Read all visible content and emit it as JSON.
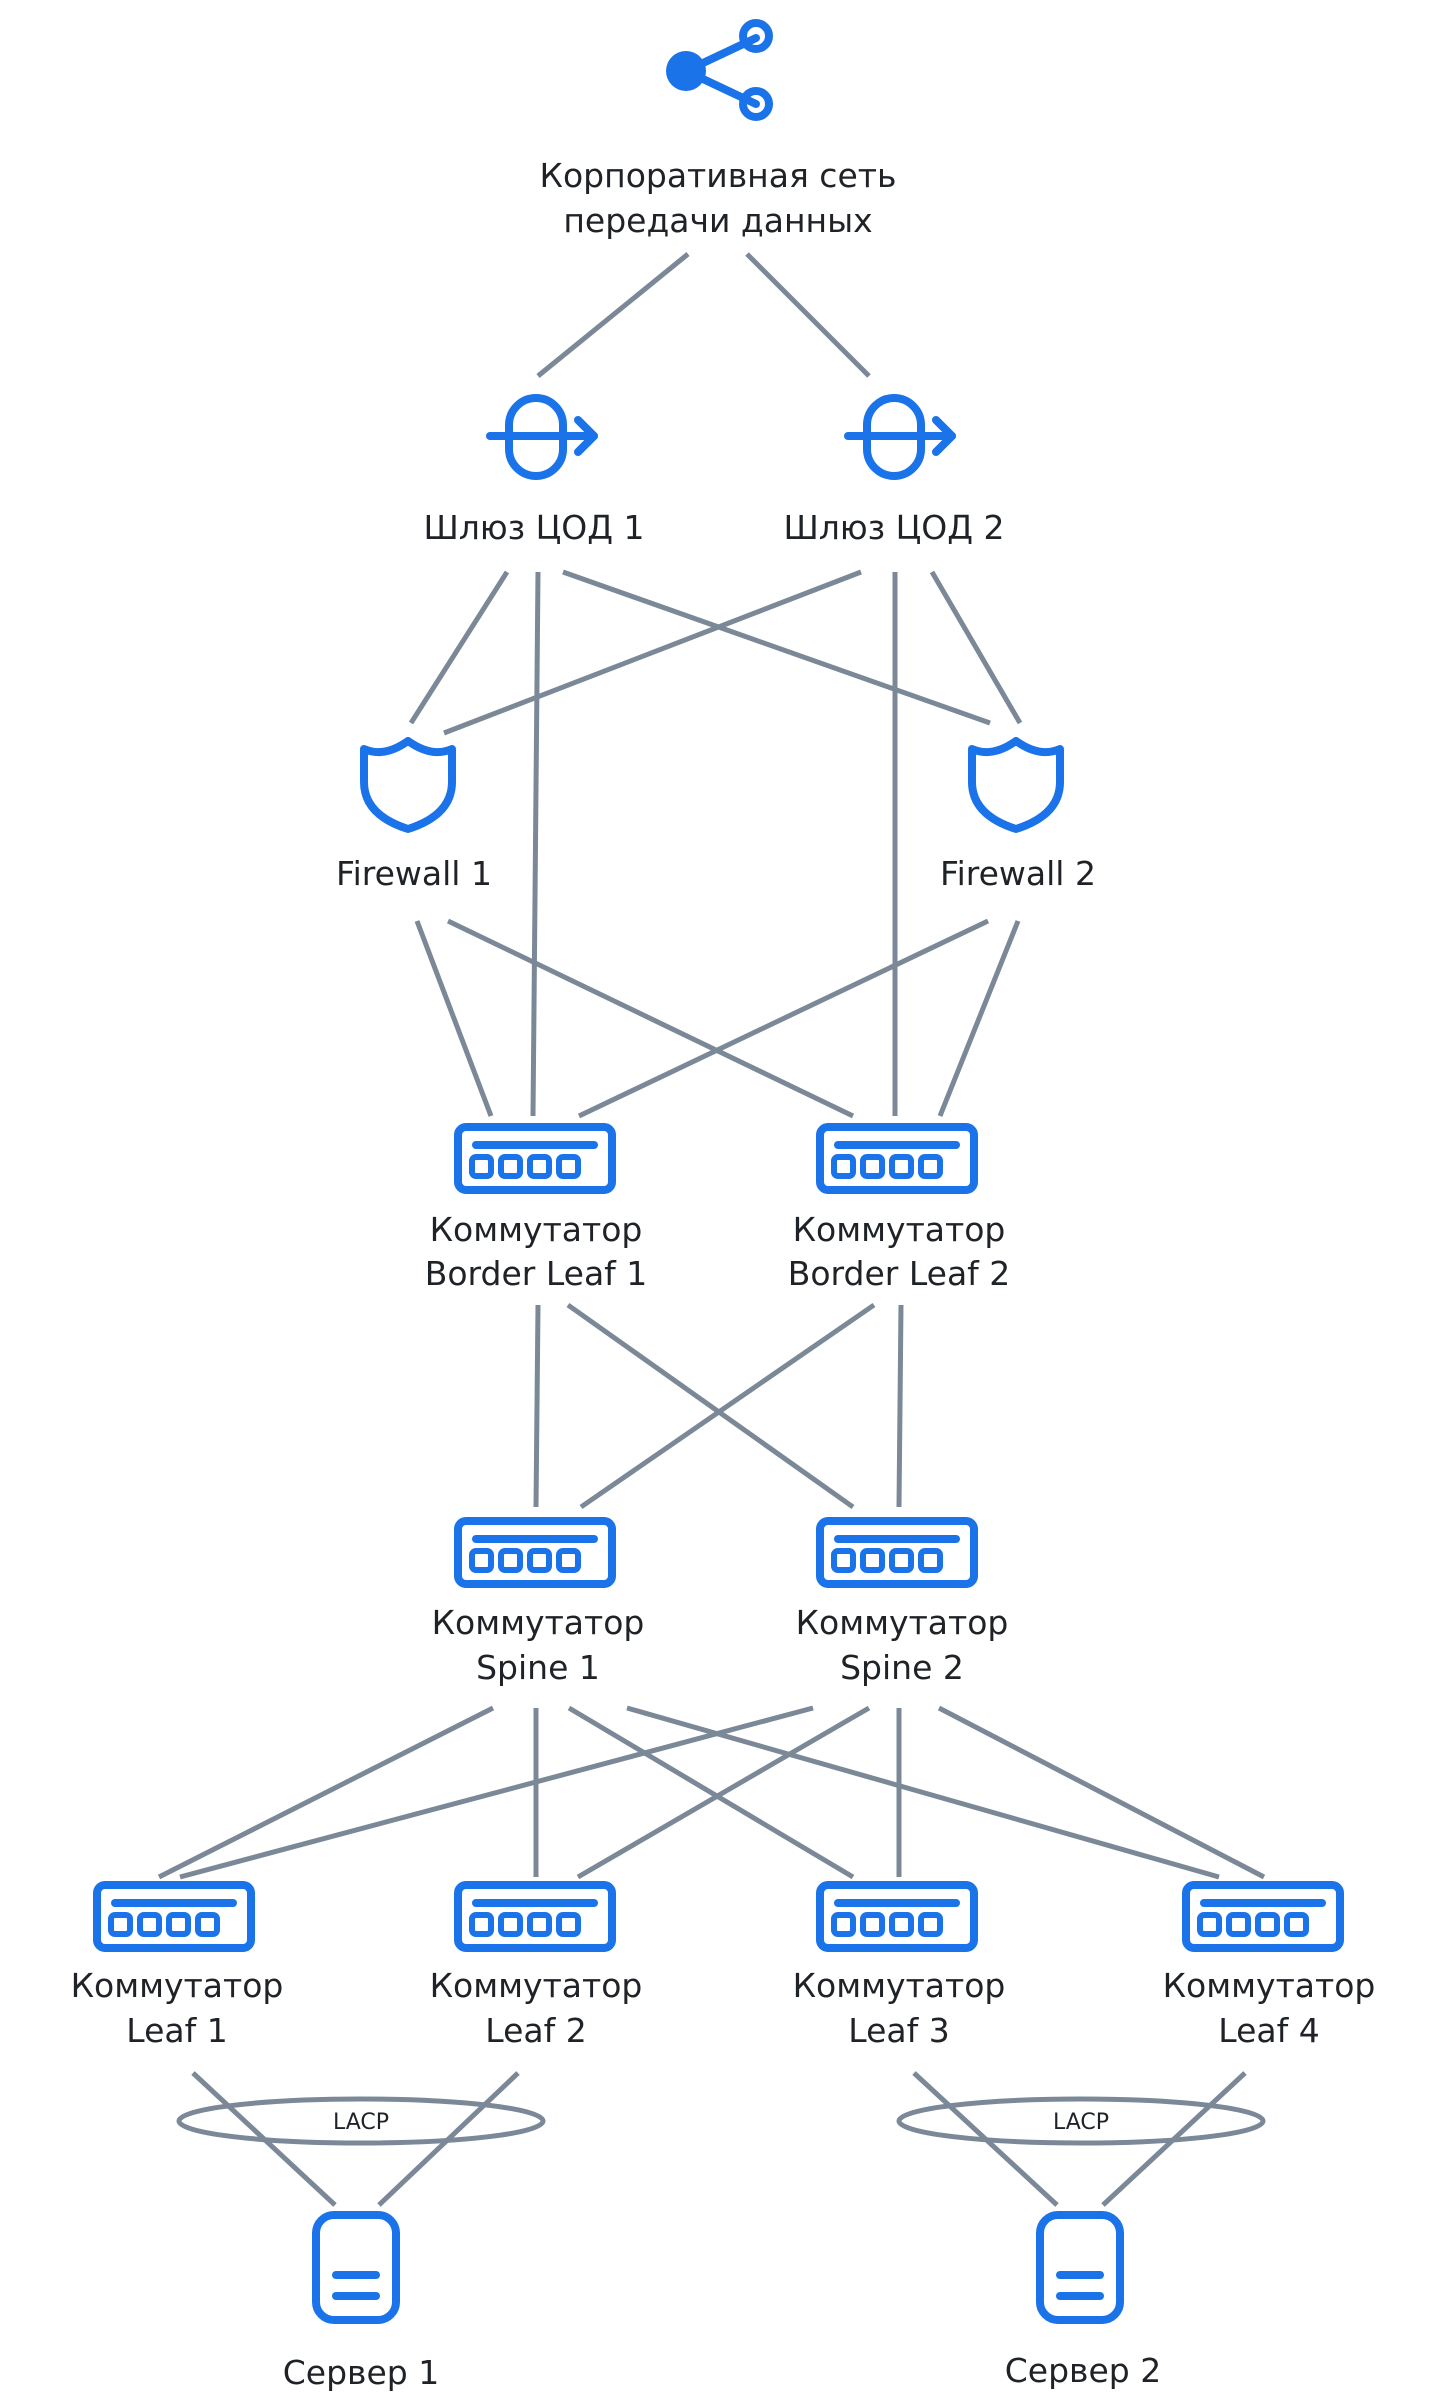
{
  "corp_network": {
    "line1": "Корпоративная сеть",
    "line2": "передачи данных",
    "icon": "share-network-icon"
  },
  "gateways": [
    {
      "label": "Шлюз ЦОД 1",
      "icon": "gateway-icon"
    },
    {
      "label": "Шлюз ЦОД 2",
      "icon": "gateway-icon"
    }
  ],
  "firewalls": [
    {
      "label": "Firewall 1",
      "icon": "shield-icon"
    },
    {
      "label": "Firewall 2",
      "icon": "shield-icon"
    }
  ],
  "border_leaves": [
    {
      "line1": "Коммутатор",
      "line2": "Border Leaf 1",
      "icon": "switch-icon"
    },
    {
      "line1": "Коммутатор",
      "line2": "Border Leaf 2",
      "icon": "switch-icon"
    }
  ],
  "spines": [
    {
      "line1": "Коммутатор",
      "line2": "Spine 1",
      "icon": "switch-icon"
    },
    {
      "line1": "Коммутатор",
      "line2": "Spine 2",
      "icon": "switch-icon"
    }
  ],
  "leaves": [
    {
      "line1": "Коммутатор",
      "line2": "Leaf 1",
      "icon": "switch-icon"
    },
    {
      "line1": "Коммутатор",
      "line2": "Leaf 2",
      "icon": "switch-icon"
    },
    {
      "line1": "Коммутатор",
      "line2": "Leaf 3",
      "icon": "switch-icon"
    },
    {
      "line1": "Коммутатор",
      "line2": "Leaf 4",
      "icon": "switch-icon"
    }
  ],
  "lacp": [
    "LACP",
    "LACP"
  ],
  "servers": [
    {
      "label": "Сервер 1",
      "icon": "server-icon"
    },
    {
      "label": "Сервер 2",
      "icon": "server-icon"
    }
  ],
  "colors": {
    "accent": "#1a73e8",
    "link": "#7b8897",
    "text": "#1f2328"
  }
}
